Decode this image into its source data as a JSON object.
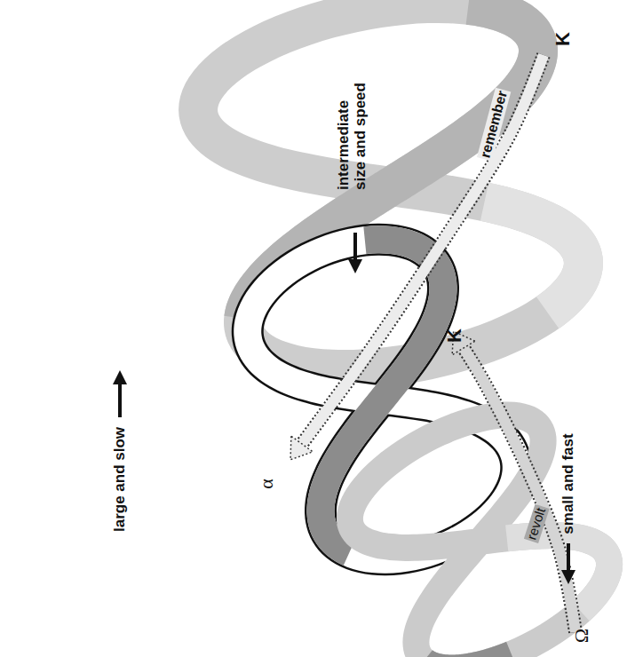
{
  "diagram": {
    "labels": [
      "large and slow",
      "K",
      "remember",
      "intermediate size and speed",
      "K",
      "α",
      "small and fast",
      "revolt",
      "Ω"
    ]
  }
}
